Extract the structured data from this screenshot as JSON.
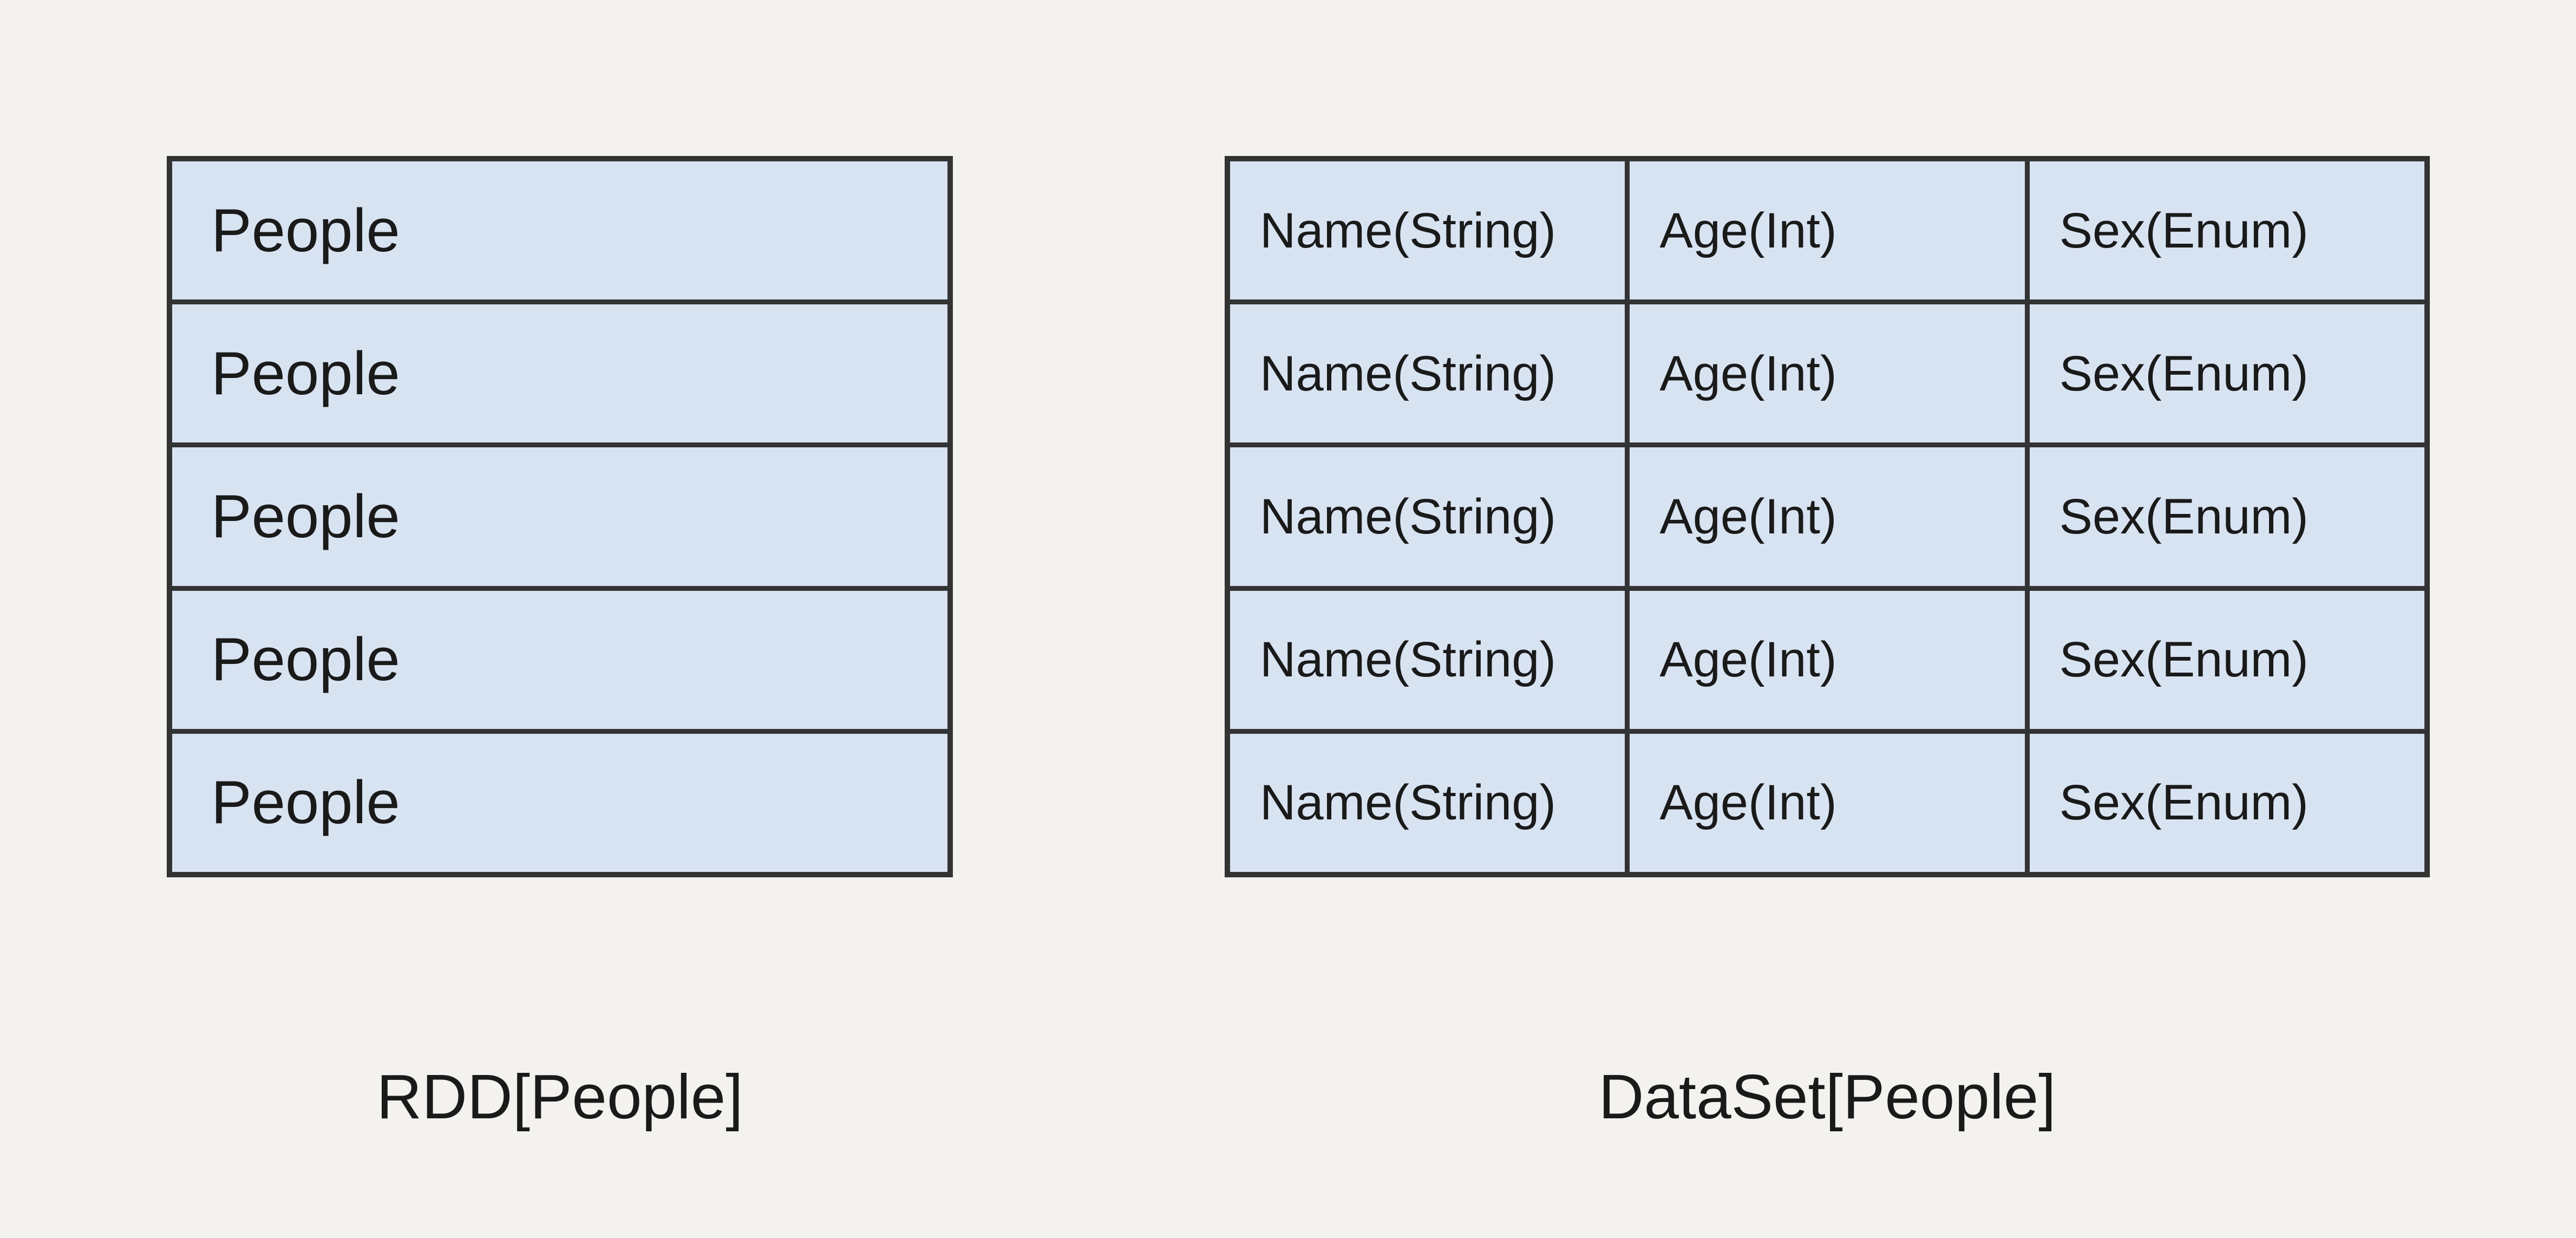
{
  "diagram": {
    "colors": {
      "background": "#f4f2ee",
      "cell_fill": "#d8e3f2",
      "border": "#333333",
      "text": "#1a1a1a"
    },
    "rdd": {
      "label": "RDD[People]",
      "rows": [
        "People",
        "People",
        "People",
        "People",
        "People"
      ]
    },
    "dataset": {
      "label": "DataSet[People]",
      "rows": [
        [
          "Name(String)",
          "Age(Int)",
          "Sex(Enum)"
        ],
        [
          "Name(String)",
          "Age(Int)",
          "Sex(Enum)"
        ],
        [
          "Name(String)",
          "Age(Int)",
          "Sex(Enum)"
        ],
        [
          "Name(String)",
          "Age(Int)",
          "Sex(Enum)"
        ],
        [
          "Name(String)",
          "Age(Int)",
          "Sex(Enum)"
        ]
      ]
    }
  }
}
